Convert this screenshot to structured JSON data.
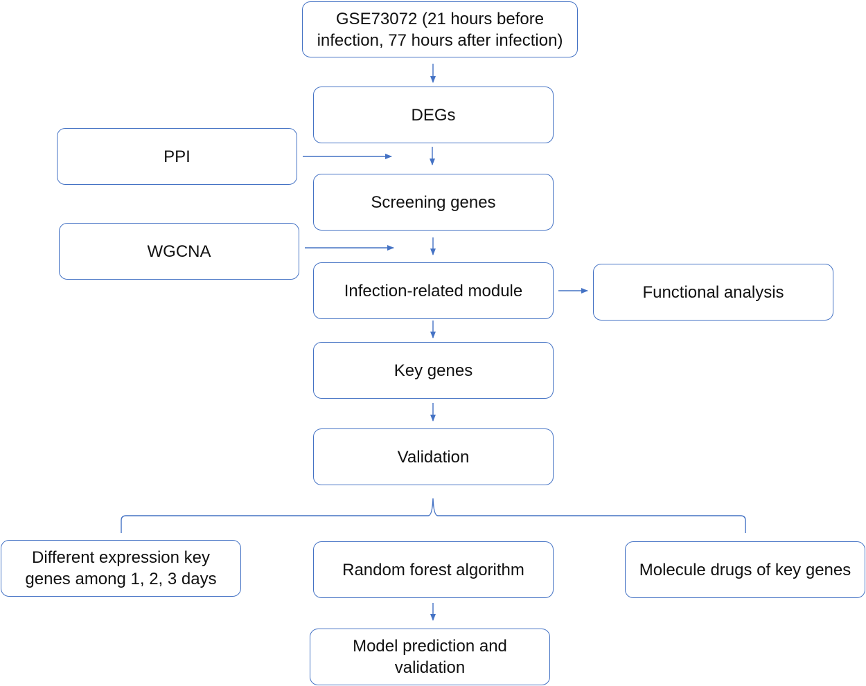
{
  "colors": {
    "stroke": "#4472c4",
    "text": "#111111",
    "background": "#ffffff"
  },
  "nodes": {
    "dataset": "GSE73072 (21 hours before infection, 77 hours after infection)",
    "degs": "DEGs",
    "ppi": "PPI",
    "screening": "Screening genes",
    "wgcna": "WGCNA",
    "infection_module": "Infection-related module",
    "functional": "Functional analysis",
    "key_genes": "Key genes",
    "validation": "Validation",
    "diff_expression": "Different expression key genes among 1, 2, 3 days",
    "random_forest": "Random forest algorithm",
    "molecule_drugs": "Molecule drugs of key genes",
    "model_prediction": "Model prediction and validation"
  }
}
